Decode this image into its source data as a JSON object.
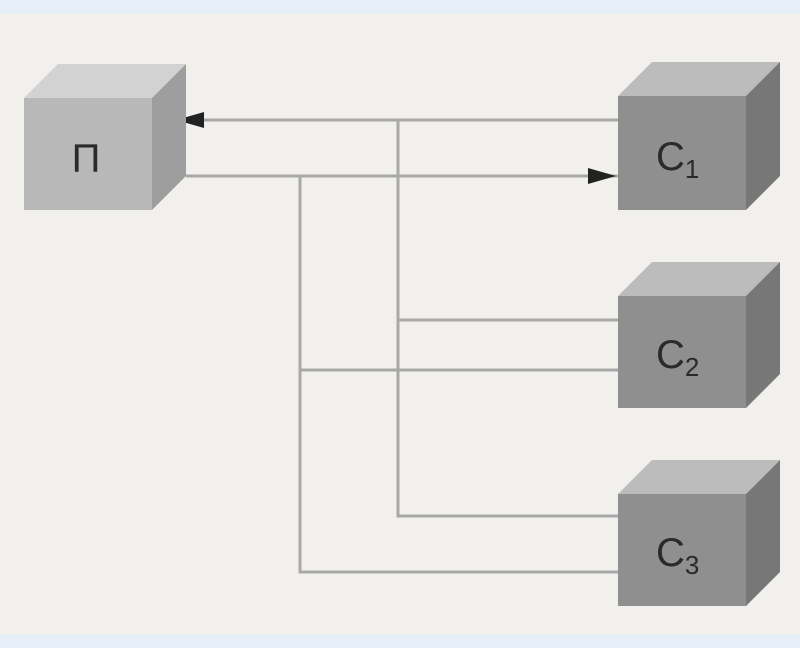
{
  "colors": {
    "frame": "#e6eef7",
    "canvas": "#f2f0ec",
    "wire": "#a8a8a8",
    "arrow": "#222222",
    "master_face": "#b8b8b8",
    "master_top": "#d2d2d2",
    "master_side": "#9e9e9e",
    "slave_face": "#8f8f8f",
    "slave_top": "#bcbcbc",
    "slave_side": "#777777"
  },
  "nodes": [
    {
      "id": "master",
      "label": "П",
      "index": ""
    },
    {
      "id": "slave-1",
      "label": "С",
      "index": "1"
    },
    {
      "id": "slave-2",
      "label": "С",
      "index": "2"
    },
    {
      "id": "slave-3",
      "label": "С",
      "index": "3"
    }
  ],
  "connections": [
    {
      "from": "slave-1",
      "to": "master",
      "bus": "request",
      "arrow": "to"
    },
    {
      "from": "master",
      "to": "slave-1",
      "bus": "response",
      "arrow": "to"
    },
    {
      "from": "slave-2",
      "to": "master",
      "bus": "request",
      "arrow": "none"
    },
    {
      "from": "master",
      "to": "slave-2",
      "bus": "response",
      "arrow": "none"
    },
    {
      "from": "slave-3",
      "to": "master",
      "bus": "request",
      "arrow": "none"
    },
    {
      "from": "master",
      "to": "slave-3",
      "bus": "response",
      "arrow": "none"
    }
  ]
}
